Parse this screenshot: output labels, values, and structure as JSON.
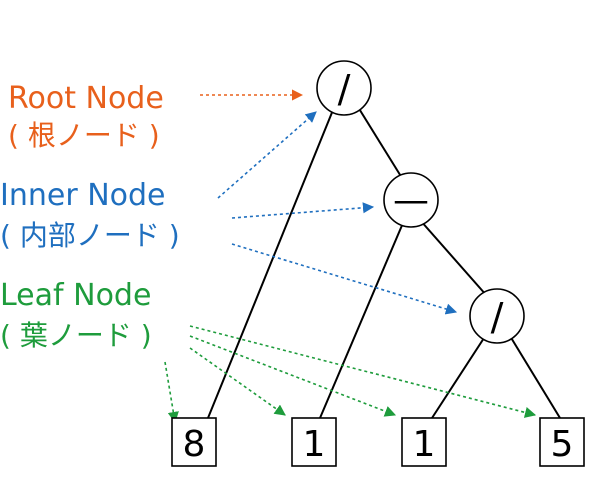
{
  "labels": {
    "root": {
      "title": "Root Node",
      "sub": "( 根ノード )",
      "color": "#e8601c"
    },
    "inner": {
      "title": "Inner Node",
      "sub": "( 内部ノード )",
      "color": "#1f6fbf"
    },
    "leaf": {
      "title": "Leaf Node",
      "sub": "( 葉ノード )",
      "color": "#1e9c3c"
    }
  },
  "nodes": {
    "root_op": "/",
    "inner_op_1": "—",
    "inner_op_2": "/",
    "leaf_1": "8",
    "leaf_2": "1",
    "leaf_3": "1",
    "leaf_4": "5"
  }
}
